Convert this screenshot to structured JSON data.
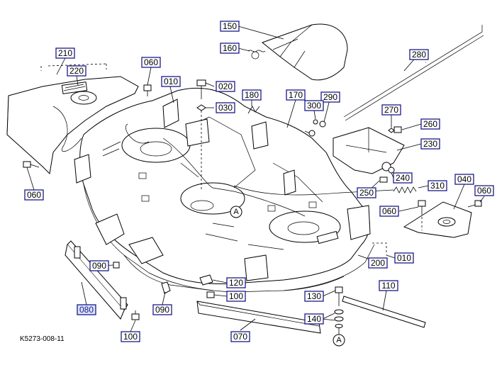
{
  "drawing_code": "K5273-008-11",
  "callouts": [
    {
      "id": "010a",
      "text": "010",
      "highlight": false
    },
    {
      "id": "010b",
      "text": "010",
      "highlight": false
    },
    {
      "id": "020",
      "text": "020",
      "highlight": false
    },
    {
      "id": "030",
      "text": "030",
      "highlight": false
    },
    {
      "id": "040",
      "text": "040",
      "highlight": false
    },
    {
      "id": "060a",
      "text": "060",
      "highlight": false
    },
    {
      "id": "060b",
      "text": "060",
      "highlight": false
    },
    {
      "id": "060c",
      "text": "060",
      "highlight": false
    },
    {
      "id": "060d",
      "text": "060",
      "highlight": false
    },
    {
      "id": "070",
      "text": "070",
      "highlight": false
    },
    {
      "id": "080",
      "text": "080",
      "highlight": true
    },
    {
      "id": "090a",
      "text": "090",
      "highlight": false
    },
    {
      "id": "090b",
      "text": "090",
      "highlight": false
    },
    {
      "id": "100a",
      "text": "100",
      "highlight": false
    },
    {
      "id": "100b",
      "text": "100",
      "highlight": false
    },
    {
      "id": "110",
      "text": "110",
      "highlight": false
    },
    {
      "id": "120",
      "text": "120",
      "highlight": false
    },
    {
      "id": "130",
      "text": "130",
      "highlight": false
    },
    {
      "id": "140",
      "text": "140",
      "highlight": false
    },
    {
      "id": "150",
      "text": "150",
      "highlight": false
    },
    {
      "id": "160",
      "text": "160",
      "highlight": false
    },
    {
      "id": "170",
      "text": "170",
      "highlight": false
    },
    {
      "id": "180",
      "text": "180",
      "highlight": false
    },
    {
      "id": "200",
      "text": "200",
      "highlight": false
    },
    {
      "id": "210",
      "text": "210",
      "highlight": false
    },
    {
      "id": "220",
      "text": "220",
      "highlight": false
    },
    {
      "id": "230",
      "text": "230",
      "highlight": false
    },
    {
      "id": "240",
      "text": "240",
      "highlight": false
    },
    {
      "id": "250",
      "text": "250",
      "highlight": false
    },
    {
      "id": "260",
      "text": "260",
      "highlight": false
    },
    {
      "id": "270",
      "text": "270",
      "highlight": false
    },
    {
      "id": "280",
      "text": "280",
      "highlight": false
    },
    {
      "id": "290",
      "text": "290",
      "highlight": false
    },
    {
      "id": "300",
      "text": "300",
      "highlight": false
    },
    {
      "id": "310",
      "text": "310",
      "highlight": false
    }
  ],
  "references": [
    {
      "id": "refA1",
      "text": "A"
    },
    {
      "id": "refA2",
      "text": "A"
    }
  ],
  "colors": {
    "label_border": "#1a1a8c",
    "label_highlight_fill": "#d8e2f8",
    "line": "#000000"
  }
}
